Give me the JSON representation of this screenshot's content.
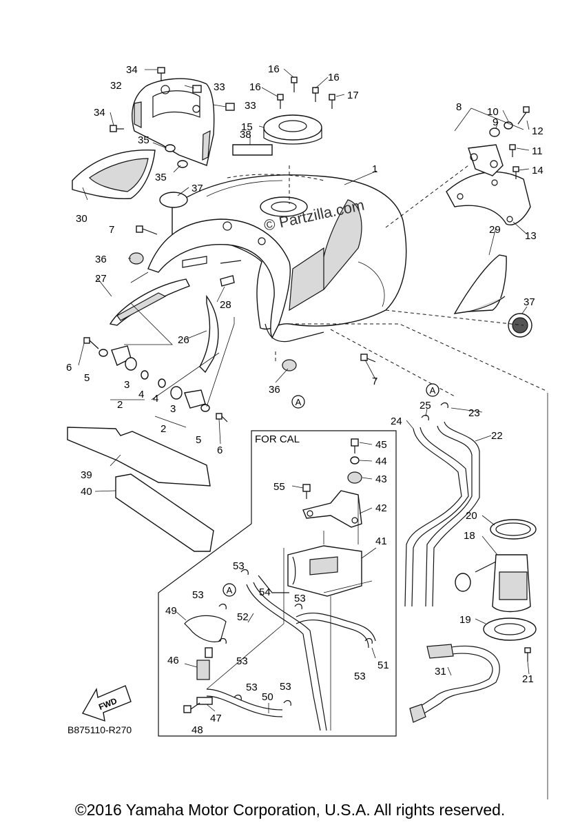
{
  "callouts": [
    {
      "id": "1",
      "text": "1"
    },
    {
      "id": "2a",
      "text": "2"
    },
    {
      "id": "2b",
      "text": "2"
    },
    {
      "id": "3a",
      "text": "3"
    },
    {
      "id": "3b",
      "text": "3"
    },
    {
      "id": "4a",
      "text": "4"
    },
    {
      "id": "4b",
      "text": "4"
    },
    {
      "id": "5a",
      "text": "5"
    },
    {
      "id": "5b",
      "text": "5"
    },
    {
      "id": "6a",
      "text": "6"
    },
    {
      "id": "6b",
      "text": "6"
    },
    {
      "id": "7a",
      "text": "7"
    },
    {
      "id": "7b",
      "text": "7"
    },
    {
      "id": "8",
      "text": "8"
    },
    {
      "id": "9",
      "text": "9"
    },
    {
      "id": "10",
      "text": "10"
    },
    {
      "id": "11",
      "text": "11"
    },
    {
      "id": "12",
      "text": "12"
    },
    {
      "id": "13",
      "text": "13"
    },
    {
      "id": "14",
      "text": "14"
    },
    {
      "id": "15",
      "text": "15"
    },
    {
      "id": "16a",
      "text": "16"
    },
    {
      "id": "16b",
      "text": "16"
    },
    {
      "id": "16c",
      "text": "16"
    },
    {
      "id": "17",
      "text": "17"
    },
    {
      "id": "18",
      "text": "18"
    },
    {
      "id": "19",
      "text": "19"
    },
    {
      "id": "20",
      "text": "20"
    },
    {
      "id": "21",
      "text": "21"
    },
    {
      "id": "22",
      "text": "22"
    },
    {
      "id": "23",
      "text": "23"
    },
    {
      "id": "24",
      "text": "24"
    },
    {
      "id": "25",
      "text": "25"
    },
    {
      "id": "26",
      "text": "26"
    },
    {
      "id": "27",
      "text": "27"
    },
    {
      "id": "28",
      "text": "28"
    },
    {
      "id": "29",
      "text": "29"
    },
    {
      "id": "30",
      "text": "30"
    },
    {
      "id": "31",
      "text": "31"
    },
    {
      "id": "32",
      "text": "32"
    },
    {
      "id": "33a",
      "text": "33"
    },
    {
      "id": "33b",
      "text": "33"
    },
    {
      "id": "34a",
      "text": "34"
    },
    {
      "id": "34b",
      "text": "34"
    },
    {
      "id": "35a",
      "text": "35"
    },
    {
      "id": "35b",
      "text": "35"
    },
    {
      "id": "36a",
      "text": "36"
    },
    {
      "id": "36b",
      "text": "36"
    },
    {
      "id": "37a",
      "text": "37"
    },
    {
      "id": "37b",
      "text": "37"
    },
    {
      "id": "38",
      "text": "38"
    },
    {
      "id": "39",
      "text": "39"
    },
    {
      "id": "40",
      "text": "40"
    },
    {
      "id": "41",
      "text": "41"
    },
    {
      "id": "42",
      "text": "42"
    },
    {
      "id": "43",
      "text": "43"
    },
    {
      "id": "44",
      "text": "44"
    },
    {
      "id": "45",
      "text": "45"
    },
    {
      "id": "46",
      "text": "46"
    },
    {
      "id": "47",
      "text": "47"
    },
    {
      "id": "48",
      "text": "48"
    },
    {
      "id": "49",
      "text": "49"
    },
    {
      "id": "50",
      "text": "50"
    },
    {
      "id": "51",
      "text": "51"
    },
    {
      "id": "52",
      "text": "52"
    },
    {
      "id": "53a",
      "text": "53"
    },
    {
      "id": "53b",
      "text": "53"
    },
    {
      "id": "53c",
      "text": "53"
    },
    {
      "id": "53d",
      "text": "53"
    },
    {
      "id": "53e",
      "text": "53"
    },
    {
      "id": "53f",
      "text": "53"
    },
    {
      "id": "53g",
      "text": "53"
    },
    {
      "id": "54",
      "text": "54"
    },
    {
      "id": "55",
      "text": "55"
    }
  ],
  "reference_markers": {
    "a1": "A",
    "a2": "A",
    "a3": "A"
  },
  "inset_title": "FOR CAL",
  "fwd_label": "FWD",
  "watermark": "© Partzilla.com",
  "diagram_code": "B875110-R270",
  "copyright": "©2016 Yamaha Motor Corporation, U.S.A. All rights reserved.",
  "colors": {
    "line": "#111111",
    "background": "#ffffff",
    "shade": "#d9d9d9"
  }
}
